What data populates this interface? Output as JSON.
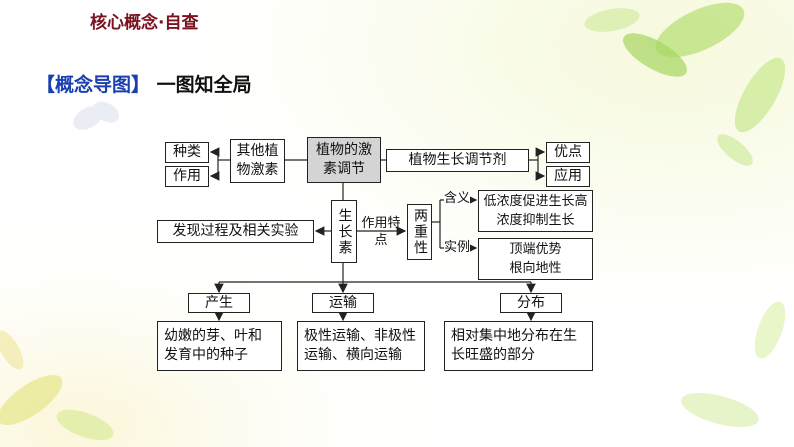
{
  "header": {
    "title": "核心概念·自查"
  },
  "section": {
    "tag": "【概念导图】",
    "subtitle": "一图知全局"
  },
  "diagram": {
    "left_top": "种类",
    "left_bottom": "作用",
    "other_hormones": "其他植物激素",
    "hormone_regulation": "植物的激素调节",
    "growth_regulator": "植物生长调节剂",
    "right_top": "优点",
    "right_bottom": "应用",
    "auxin": "生长素",
    "discovery": "发现过程及相关实验",
    "action_feature": "作用特点",
    "duality": "两重性",
    "meaning_label": "含义",
    "meaning_text": "低浓度促进生长高浓度抑制生长",
    "example_label": "实例",
    "example_text": "顶端优势根向地性",
    "production": "产生",
    "transport": "运输",
    "distribution": "分布",
    "production_detail": "幼嫩的芽、叶和发育中的种子",
    "transport_detail": "极性运输、非极性运输、横向运输",
    "distribution_detail": "相对集中地分布在生长旺盛的部分"
  },
  "colors": {
    "header": "#7a1220",
    "section_tag": "#1a3fb0",
    "shaded_box": "#d4d4d4"
  }
}
